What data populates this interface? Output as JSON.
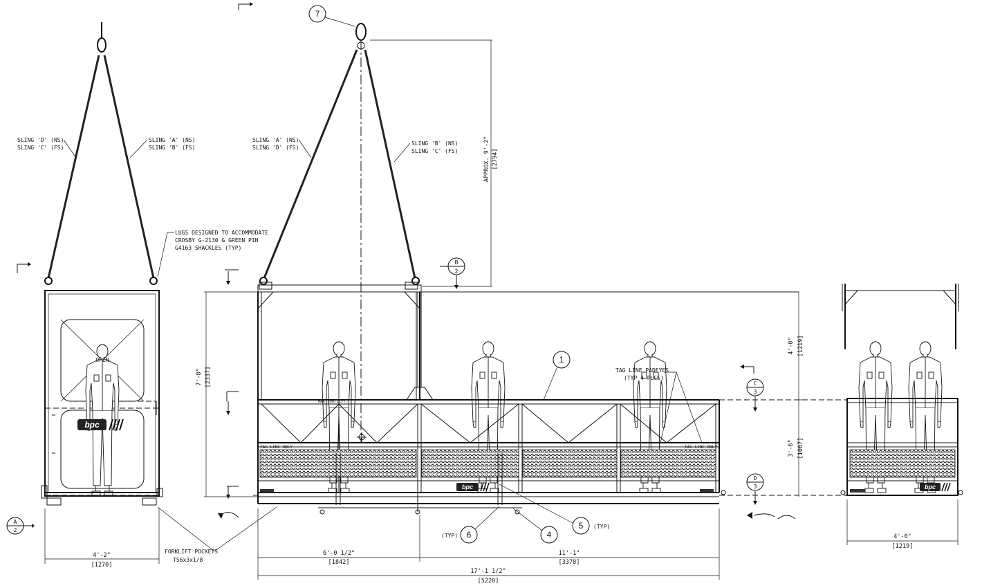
{
  "labels": {
    "sling_side_left_1": "SLING 'D' (NS)",
    "sling_side_left_2": "SLING 'C' (FS)",
    "sling_side_right_1": "SLING 'A' (NS)",
    "sling_side_right_2": "SLING 'B' (FS)",
    "sling_front_left_1": "SLING 'A' (NS)",
    "sling_front_left_2": "SLING 'D' (FS)",
    "sling_front_right_1": "SLING 'B' (NS)",
    "sling_front_right_2": "SLING 'C' (FS)",
    "lugs_1": "LUGS DESIGNED TO ACCOMMODATE",
    "lugs_2": "CROSBY G-2130 & GREEN PIN",
    "lugs_3": "G4163 SHACKLES (TYP)",
    "open": "OPEN",
    "logo": "bpc",
    "tagline_left": "TAG LINE ONLY",
    "tagline_right": "TAG LINE ONLY",
    "max": "MAX 300/LIFT...",
    "tag_padeyes_1": "TAG LINE PADEYES",
    "tag_padeyes_2": "(TYP 4 PLCS)",
    "forklift_1": "FORKLIFT POCKETS",
    "forklift_2": "TS6x3x1/8",
    "typ": "(TYP)",
    "approx": "APPROX. 9'-2\"",
    "approx_mm": "[2794]"
  },
  "callouts": {
    "c1": "1",
    "c4": "4",
    "c5": "5",
    "c6": "6",
    "c7": "7"
  },
  "sections": {
    "a_letter": "A",
    "a_sheet": "2",
    "b_letter": "B",
    "b_sheet": "2",
    "c_letter": "C",
    "c_sheet": "3",
    "d_letter": "D",
    "d_sheet": "3"
  },
  "dims": {
    "height_total": "7'-8\"",
    "height_total_mm": "[2337]",
    "upper": "4'-0\"",
    "upper_mm": "[1219]",
    "lower": "3'-6\"",
    "lower_mm": "[1067]",
    "side_width": "4'-2\"",
    "side_width_mm": "[1270]",
    "end_width": "4'-0\"",
    "end_width_mm": "[1219]",
    "seg1": "6'-0 1/2\"",
    "seg1_mm": "[1842]",
    "seg2": "11'-1\"",
    "seg2_mm": "[3378]",
    "total": "17'-1 1/2\"",
    "total_mm": "[5220]"
  }
}
